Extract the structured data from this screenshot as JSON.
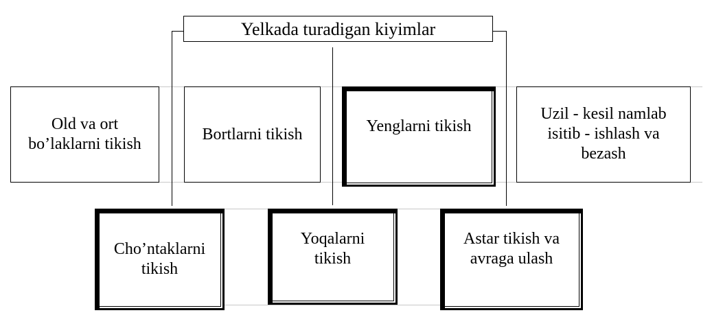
{
  "diagram": {
    "title": "Yelkada turadigan kiyimlar",
    "top_row": [
      {
        "label": "Old va ort\nbo’laklarni tikish"
      },
      {
        "label": "Bortlarni tikish"
      },
      {
        "label": "Yenglarni tikish"
      },
      {
        "label": "Uzil - kesil   namlab\nisitib - ishlash va\nbezash"
      }
    ],
    "bottom_row": [
      {
        "label": "Cho’ntaklarni\ntikish"
      },
      {
        "label": "Yoqalarni\ntikish"
      },
      {
        "label": "Astar tikish va\navraga ulash"
      }
    ]
  }
}
